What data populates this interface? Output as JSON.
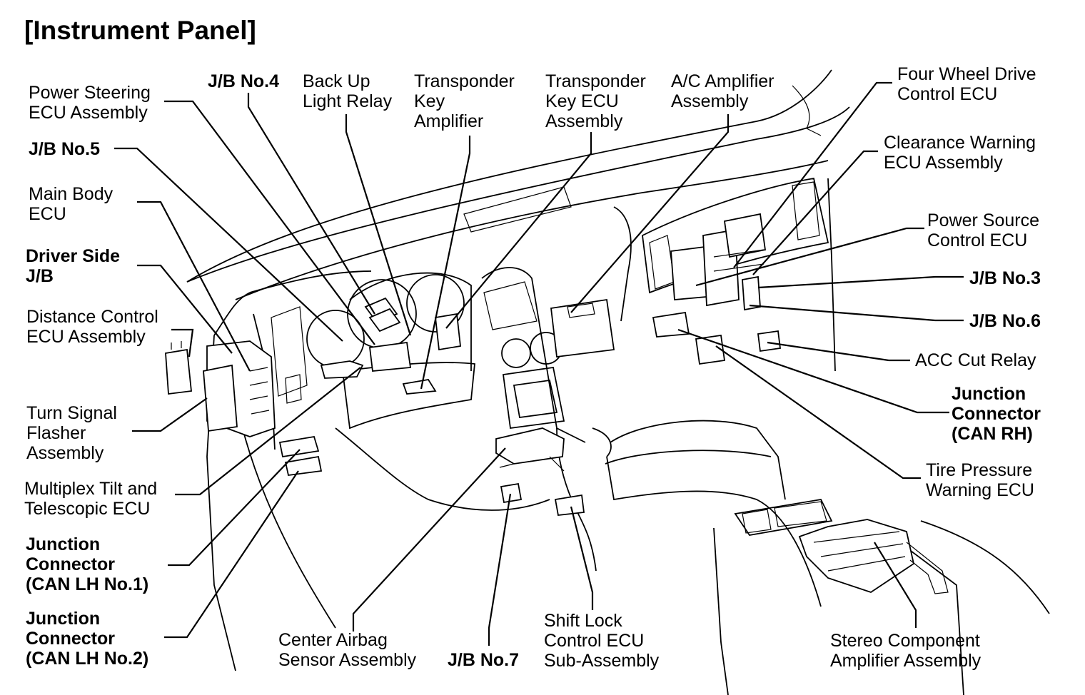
{
  "title": "[Instrument Panel]",
  "labels": {
    "power_steering": "Power Steering\nECU Assembly",
    "jb4": "J/B No.4",
    "backup_relay": "Back Up\nLight Relay",
    "transponder_amp": "Transponder\nKey\nAmplifier",
    "transponder_ecu": "Transponder\nKey ECU\nAssembly",
    "ac_amp": "A/C Amplifier\nAssembly",
    "four_wheel": "Four Wheel Drive\nControl ECU",
    "jb5": "J/B No.5",
    "clearance": "Clearance Warning\nECU Assembly",
    "main_body": "Main Body\nECU",
    "power_source": "Power Source\nControl ECU",
    "driver_jb": "Driver Side\nJ/B",
    "jb3": "J/B No.3",
    "distance": "Distance Control\nECU Assembly",
    "jb6": "J/B No.6",
    "acc_cut": "ACC Cut Relay",
    "turn_signal": "Turn Signal\nFlasher\nAssembly",
    "jc_can_rh": "Junction\nConnector\n(CAN RH)",
    "tire_pressure": "Tire Pressure\nWarning ECU",
    "multiplex": "Multiplex Tilt and\nTelescopic ECU",
    "jc_can_lh1": "Junction\nConnector\n(CAN LH No.1)",
    "jc_can_lh2": "Junction\nConnector\n(CAN LH No.2)",
    "center_airbag": "Center Airbag\nSensor Assembly",
    "jb7": "J/B No.7",
    "shift_lock": "Shift Lock\nControl ECU\nSub-Assembly",
    "stereo_amp": "Stereo Component\nAmplifier Assembly"
  }
}
